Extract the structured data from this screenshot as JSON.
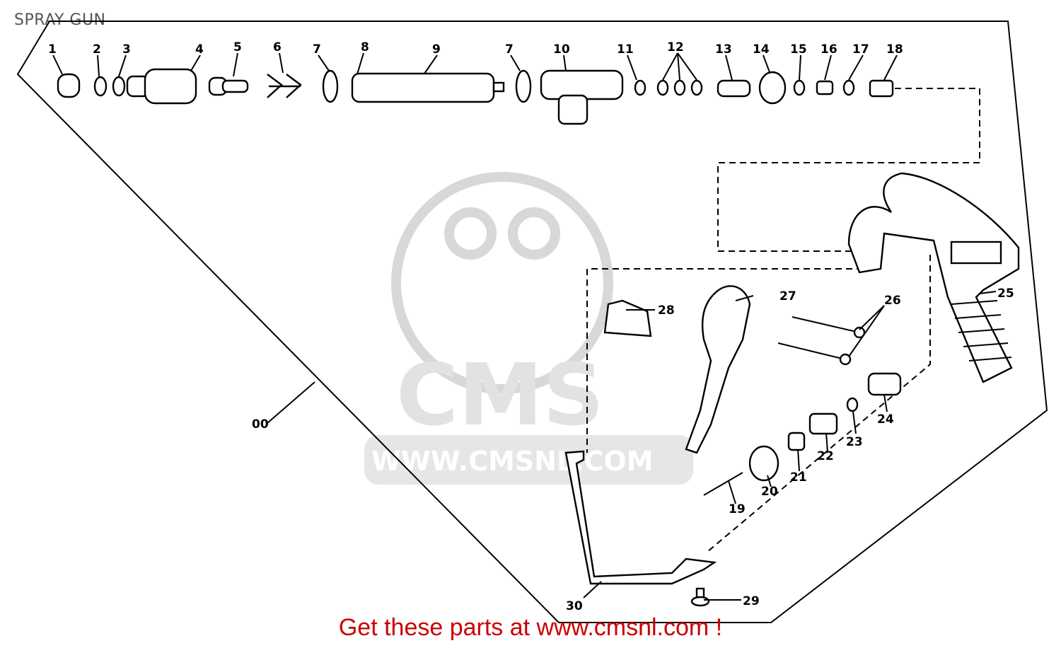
{
  "title": "SPRAY GUN",
  "footer": "Get these parts at www.cmsnl.com !",
  "watermark": {
    "brand": "CMS",
    "url": "WWW.CMSNL.COM"
  },
  "assembly_label": "00",
  "labels": [
    "1",
    "2",
    "3",
    "4",
    "5",
    "6",
    "7",
    "8",
    "9",
    "7",
    "10",
    "11",
    "12",
    "13",
    "14",
    "15",
    "16",
    "17",
    "18",
    "19",
    "20",
    "21",
    "22",
    "23",
    "24",
    "25",
    "26",
    "27",
    "28",
    "29",
    "30"
  ]
}
